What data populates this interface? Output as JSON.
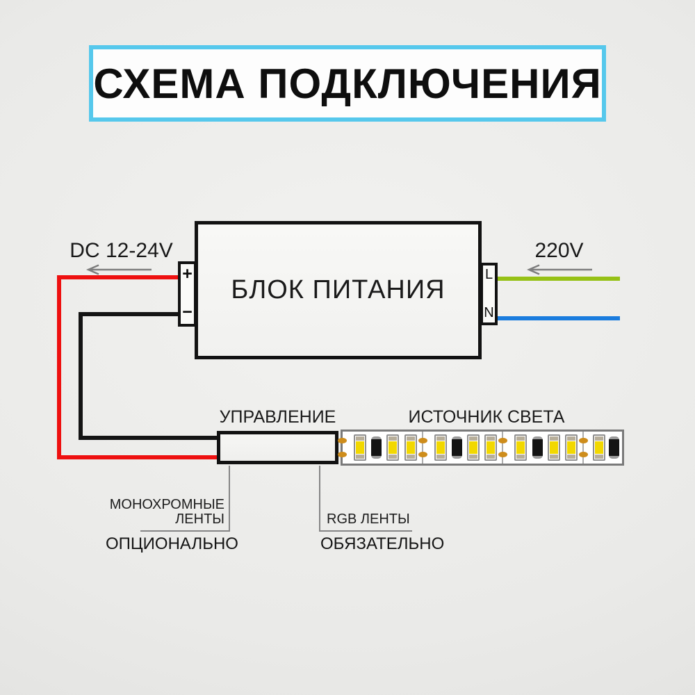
{
  "title": "СХЕМА ПОДКЛЮЧЕНИЯ",
  "psu": {
    "label": "БЛОК ПИТАНИЯ",
    "terminals": {
      "plus": "+",
      "minus": "−",
      "line": "L",
      "neutral": "N"
    }
  },
  "dc_side": {
    "label": "DC 12-24V"
  },
  "ac_side": {
    "label": "220V"
  },
  "controller": {
    "label": "УПРАВЛЕНИЕ"
  },
  "strip": {
    "label": "ИСТОЧНИК СВЕТА",
    "segments": [
      {
        "components": [
          "led",
          "resistor",
          "led",
          "led"
        ]
      },
      {
        "components": [
          "led",
          "resistor",
          "led",
          "led"
        ]
      },
      {
        "components": [
          "led",
          "resistor",
          "led",
          "led"
        ]
      },
      {
        "components": [
          "led",
          "resistor"
        ],
        "small": true
      }
    ]
  },
  "callouts": {
    "mono": {
      "line1": "МОНОХРОМНЫЕ",
      "line2": "ЛЕНТЫ",
      "note": "ОПЦИОНАЛЬНО"
    },
    "rgb": {
      "line1": "RGB ЛЕНТЫ",
      "note": "ОБЯЗАТЕЛЬНО"
    }
  },
  "colors": {
    "accent-cyan": "#56C8EC",
    "wire-red": "#EE1010",
    "wire-black": "#141414",
    "wire-green": "#96C116",
    "wire-blue": "#1A7CDE",
    "led-yellow": "#F2D800",
    "pad-orange": "#CE8D1C",
    "line-gray": "#858585"
  }
}
